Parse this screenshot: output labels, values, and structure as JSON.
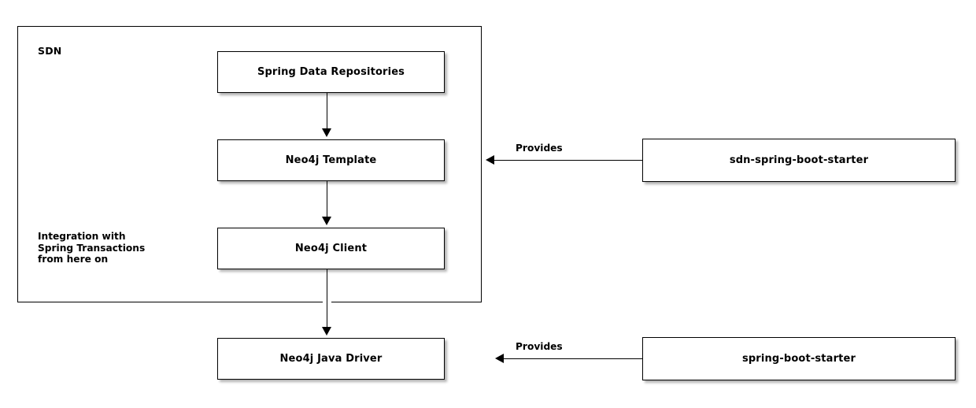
{
  "diagram": {
    "group": {
      "label": "SDN"
    },
    "annotation": {
      "line1": "Integration with",
      "line2": "Spring Transactions",
      "line3": "from here on"
    },
    "nodes": {
      "spring_data_repositories": "Spring Data Repositories",
      "neo4j_template": "Neo4j Template",
      "neo4j_client": "Neo4j Client",
      "neo4j_java_driver": "Neo4j Java Driver",
      "sdn_spring_boot_starter": "sdn-spring-boot-starter",
      "spring_boot_starter": "spring-boot-starter"
    },
    "edges": {
      "provides_upper": "Provides",
      "provides_lower": "Provides"
    },
    "colors": {
      "stroke": "#000000",
      "fill": "#ffffff",
      "text": "#000000"
    }
  }
}
